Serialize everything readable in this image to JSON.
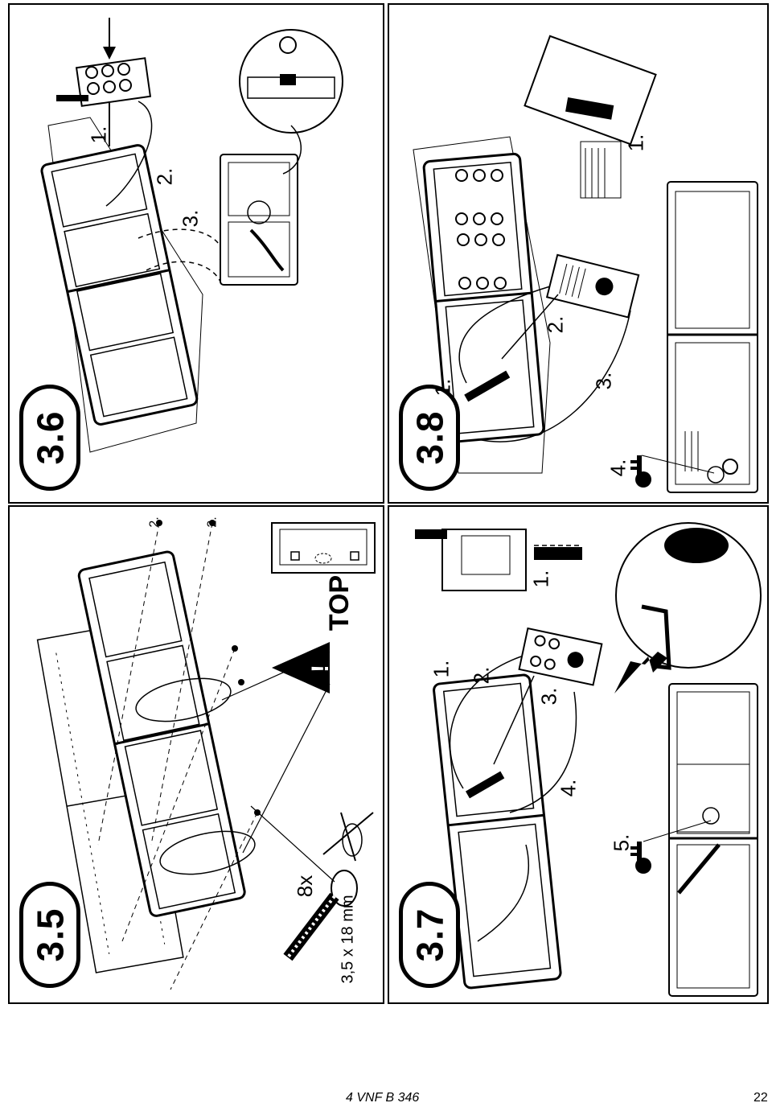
{
  "panels": {
    "p36": {
      "badge": "3.6",
      "steps": [
        "1.",
        "2.",
        "3."
      ]
    },
    "p38": {
      "badge": "3.8",
      "steps": [
        "1.",
        "1.",
        "2.",
        "3.",
        "4."
      ]
    },
    "p35": {
      "badge": "3.5",
      "callouts": [
        "2.",
        "2."
      ],
      "warning": {
        "symbol": "!",
        "label": "TOP"
      },
      "screw": {
        "count": "8x",
        "size": "3,5 x 18 mm"
      }
    },
    "p37": {
      "badge": "3.7",
      "steps": [
        "1.",
        "1.",
        "2.",
        "3.",
        "4.",
        "5."
      ]
    }
  },
  "footer": {
    "doc_code": "4 VNF B 346",
    "page_number": "22"
  },
  "icons": [
    "key-icon",
    "warning-triangle-icon",
    "screw-icon",
    "arrow-icon"
  ]
}
